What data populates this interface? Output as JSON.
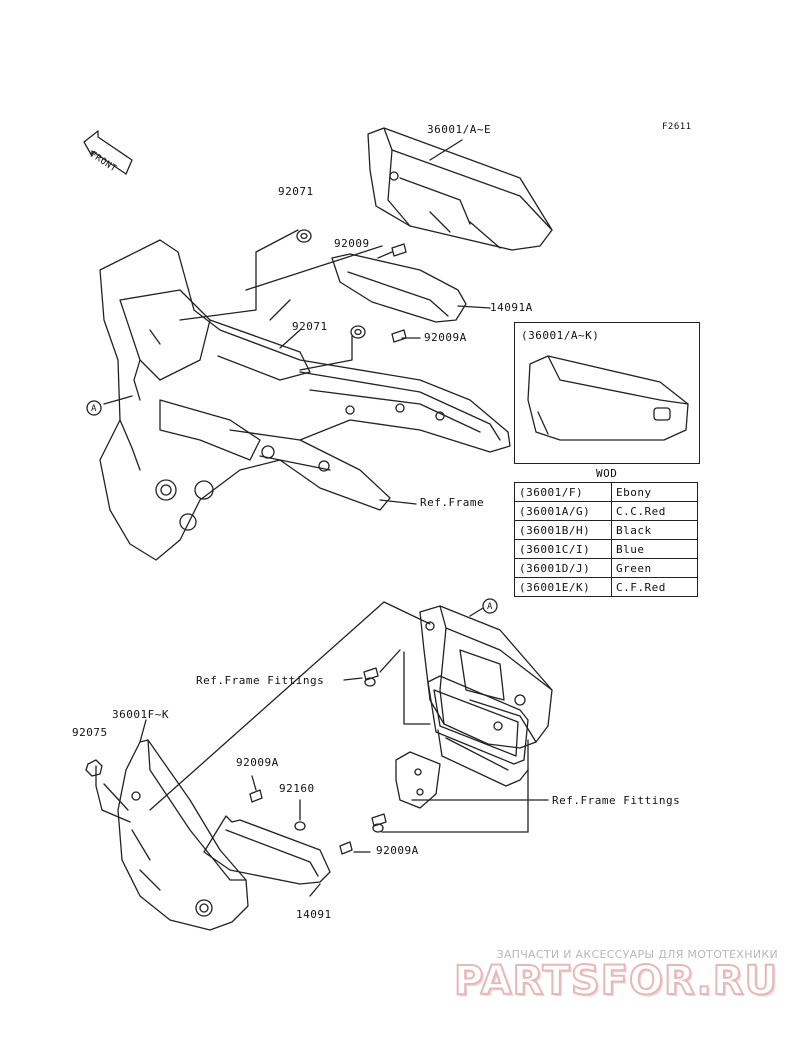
{
  "figure_code": "F2611",
  "front_label": "FRONT",
  "callouts": {
    "p36001_ae": "36001/A~E",
    "p92071_a": "92071",
    "p92009": "92009",
    "p14091a": "14091A",
    "p92071_b": "92071",
    "p92009a_top": "92009A",
    "ref_frame": "Ref.Frame",
    "circle_a_left": "A",
    "circle_a_lower": "A",
    "ref_frame_fittings_top": "Ref.Frame Fittings",
    "p36001fk": "36001F~K",
    "p92075": "92075",
    "p92009a_mid": "92009A",
    "p92160": "92160",
    "ref_frame_fittings_right": "Ref.Frame Fittings",
    "p92009a_bottom": "92009A",
    "p14091": "14091"
  },
  "inset": {
    "title": "(36001/A~K)"
  },
  "color_table": {
    "header": "WOD",
    "rows": [
      {
        "code": "(36001/F)",
        "color": "Ebony"
      },
      {
        "code": "(36001A/G)",
        "color": "C.C.Red"
      },
      {
        "code": "(36001B/H)",
        "color": "Black"
      },
      {
        "code": "(36001C/I)",
        "color": "Blue"
      },
      {
        "code": "(36001D/J)",
        "color": "Green"
      },
      {
        "code": "(36001E/K)",
        "color": "C.F.Red"
      }
    ]
  },
  "watermark": {
    "tagline": "ЗАПЧАСТИ И АКСЕССУАРЫ ДЛЯ МОТОТЕХНИКИ",
    "brand": "PARTSFOR.RU"
  }
}
